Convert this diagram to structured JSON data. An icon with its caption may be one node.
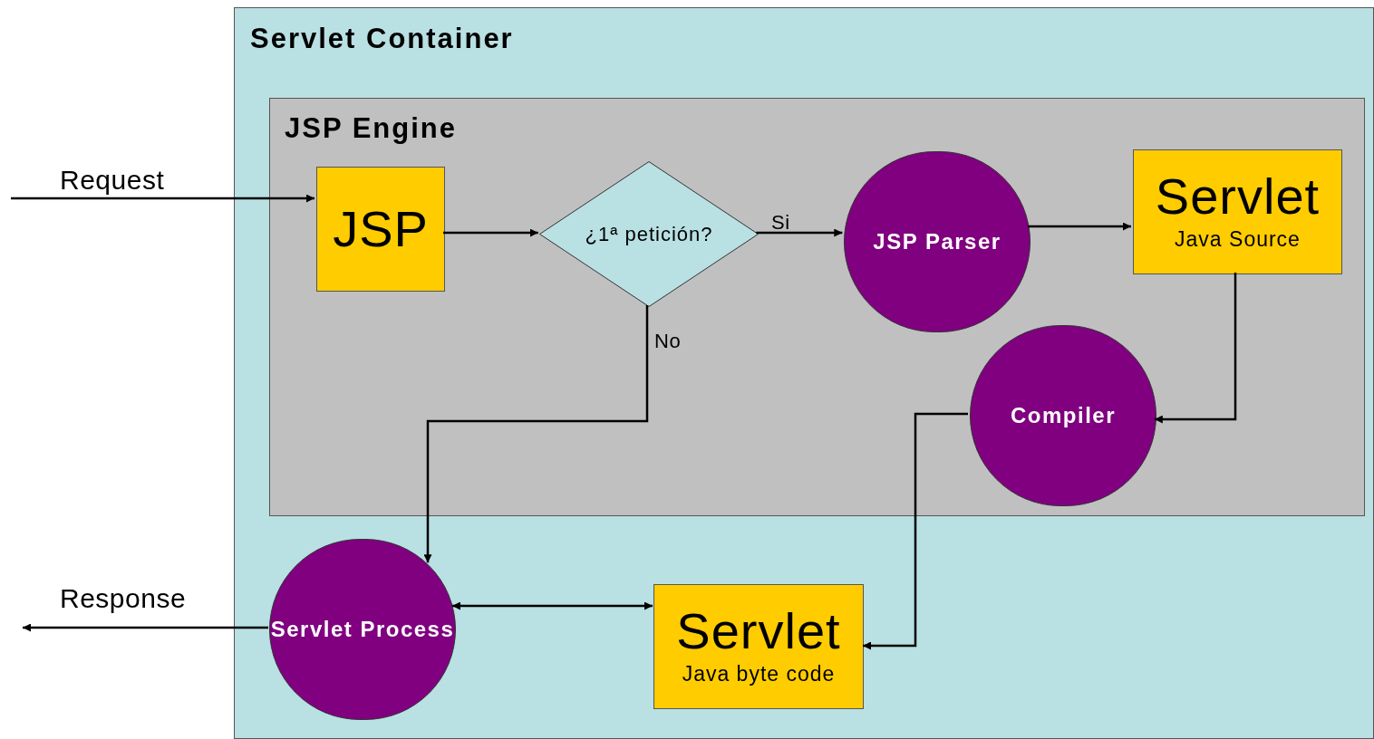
{
  "diagram": {
    "nodes": [
      {
        "text": [
          "Servlet Container"
        ]
      },
      {
        "text": [
          "JSP Engine"
        ],
        "in": 0
      },
      {
        "text": [
          "JSP"
        ],
        "in": 1
      },
      {
        "text": [
          "¿1ª petición?"
        ],
        "in": 1
      },
      {
        "text": [
          "JSP Parser"
        ],
        "in": 1
      },
      {
        "text": [
          "Servlet",
          "Java Source"
        ],
        "in": 1
      },
      {
        "text": [
          "Compiler"
        ],
        "in": 1
      },
      {
        "text": [
          "Servlet Process"
        ],
        "in": 0
      },
      {
        "text": [
          "Servlet",
          "Java byte code"
        ],
        "in": 0
      }
    ],
    "edges": [
      {
        "from": null,
        "to": 2,
        "arrow": "to",
        "label": "Request"
      },
      {
        "from": 2,
        "to": 3,
        "arrow": "to"
      },
      {
        "from": 3,
        "to": 4,
        "arrow": "to",
        "label": "Si"
      },
      {
        "from": 4,
        "to": 5,
        "arrow": "to"
      },
      {
        "from": 5,
        "to": 6,
        "arrow": "to"
      },
      {
        "from": 3,
        "to": 7,
        "arrow": "to",
        "label": "No"
      },
      {
        "from": 6,
        "to": 8,
        "arrow": "to"
      },
      {
        "from": 7,
        "to": 8,
        "arrow": "both"
      },
      {
        "from": 7,
        "to": null,
        "arrow": "to",
        "label": "Response"
      }
    ]
  }
}
